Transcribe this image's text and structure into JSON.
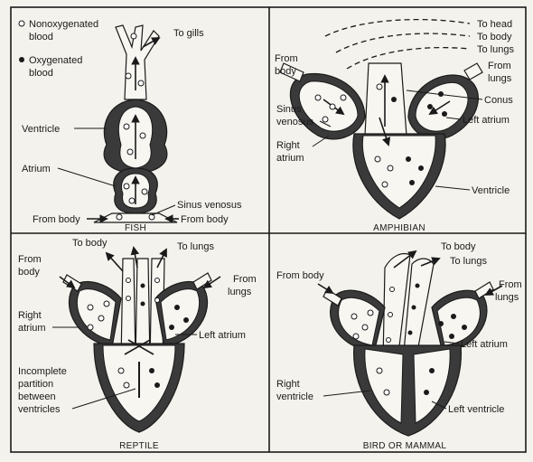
{
  "legend": {
    "nonoxygenated_line1": "Nonoxygenated",
    "nonoxygenated_line2": "blood",
    "oxygenated_line1": "Oxygenated",
    "oxygenated_line2": "blood"
  },
  "fish": {
    "caption": "FISH",
    "to_gills": "To gills",
    "ventricle": "Ventricle",
    "atrium": "Atrium",
    "sinus_venosus": "Sinus venosus",
    "from_body_left": "From body",
    "from_body_right": "From body"
  },
  "amphibian": {
    "caption": "AMPHIBIAN",
    "to_head": "To head",
    "to_body": "To body",
    "to_lungs": "To lungs",
    "from_body_1": "From",
    "from_body_2": "body",
    "from_lungs_1": "From",
    "from_lungs_2": "lungs",
    "conus": "Conus",
    "sinus_1": "Sinus",
    "sinus_2": "venosus",
    "left_atrium": "Left atrium",
    "right_atrium_1": "Right",
    "right_atrium_2": "atrium",
    "ventricle": "Ventricle"
  },
  "reptile": {
    "caption": "REPTILE",
    "to_body": "To body",
    "to_lungs": "To lungs",
    "from_body_1": "From",
    "from_body_2": "body",
    "from_lungs_1": "From",
    "from_lungs_2": "lungs",
    "right_atrium_1": "Right",
    "right_atrium_2": "atrium",
    "left_atrium": "Left atrium",
    "partition_1": "Incomplete",
    "partition_2": "partition",
    "partition_3": "between",
    "partition_4": "ventricles"
  },
  "bird": {
    "caption": "BIRD OR MAMMAL",
    "to_body": "To body",
    "to_lungs": "To lungs",
    "from_body": "From body",
    "from_lungs_1": "From",
    "from_lungs_2": "lungs",
    "left_atrium": "Left atrium",
    "right_ventricle_1": "Right",
    "right_ventricle_2": "ventricle",
    "left_ventricle": "Left ventricle"
  }
}
